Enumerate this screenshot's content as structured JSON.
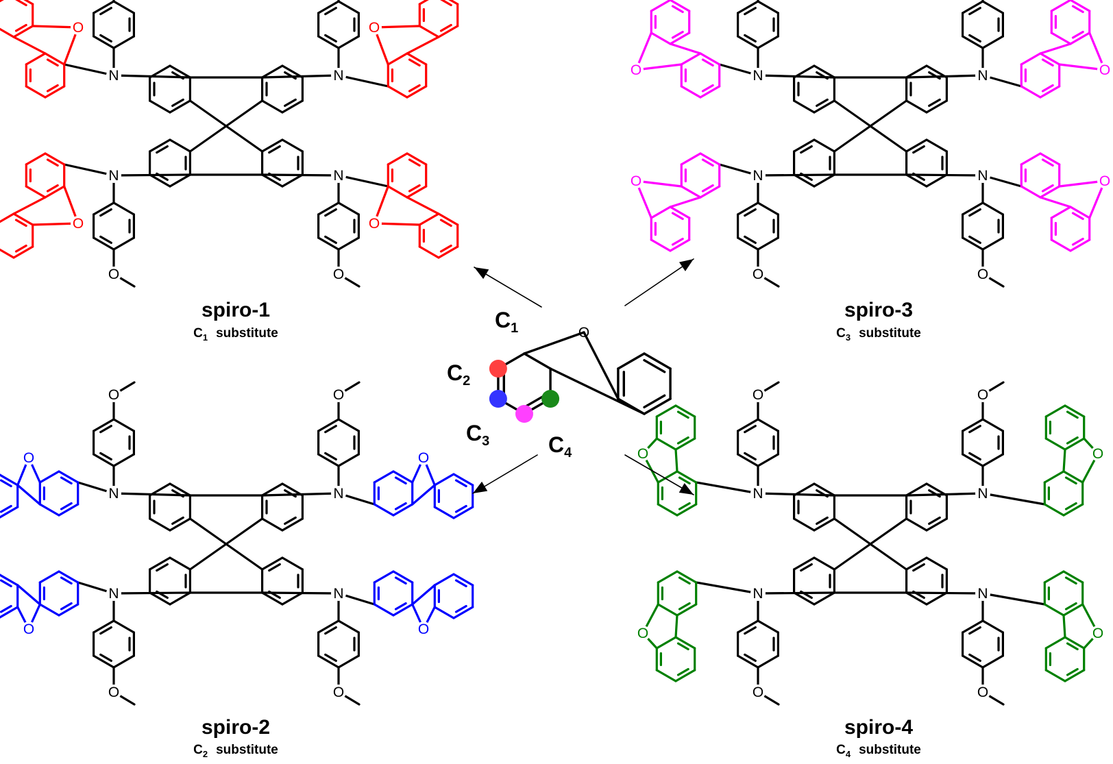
{
  "figure": {
    "compounds": [
      {
        "id": "spiro-1",
        "name": "spiro-1",
        "substitute_position": "C",
        "substitute_index": "1",
        "substitute_word": "substitute",
        "color": "#ff0000"
      },
      {
        "id": "spiro-2",
        "name": "spiro-2",
        "substitute_position": "C",
        "substitute_index": "2",
        "substitute_word": "substitute",
        "color": "#0000ff"
      },
      {
        "id": "spiro-3",
        "name": "spiro-3",
        "substitute_position": "C",
        "substitute_index": "3",
        "substitute_word": "substitute",
        "color": "#ff00ff"
      },
      {
        "id": "spiro-4",
        "name": "spiro-4",
        "substitute_position": "C",
        "substitute_index": "4",
        "substitute_word": "substitute",
        "color": "#008000"
      }
    ],
    "core_atom_colors": {
      "C1": "#ff4040",
      "C2": "#3333ff",
      "C3": "#ff40ff",
      "C4": "#1a8a1a"
    },
    "center_positions": [
      {
        "label": "C",
        "index": "1"
      },
      {
        "label": "C",
        "index": "2"
      },
      {
        "label": "C",
        "index": "3"
      },
      {
        "label": "C",
        "index": "4"
      }
    ],
    "atom_labels": {
      "nitrogen": "N",
      "oxygen": "O"
    },
    "bond_color": "#000000",
    "arrows": [
      {
        "from": "center",
        "to": "spiro-1"
      },
      {
        "from": "center",
        "to": "spiro-2"
      },
      {
        "from": "center",
        "to": "spiro-3"
      },
      {
        "from": "center",
        "to": "spiro-4"
      }
    ]
  }
}
